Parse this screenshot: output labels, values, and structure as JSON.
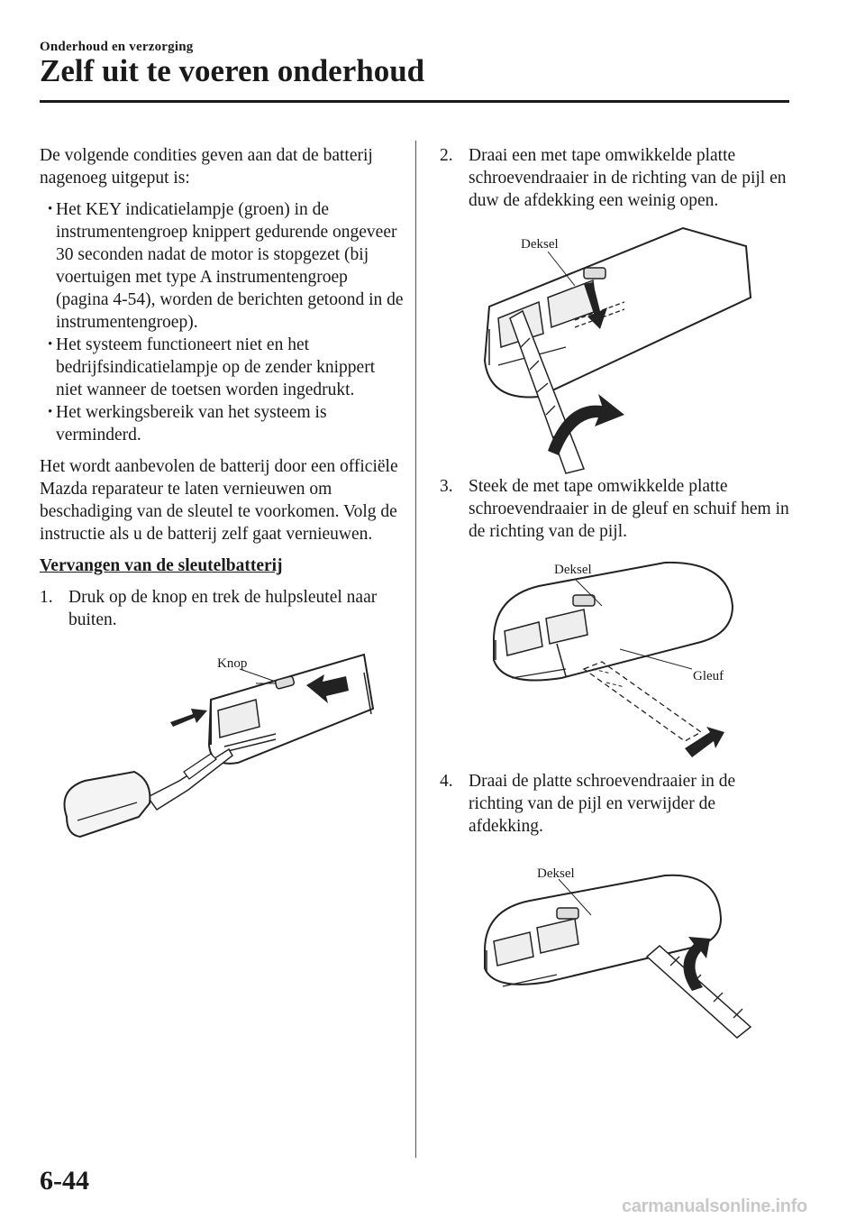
{
  "header": {
    "section_label": "Onderhoud en verzorging",
    "title": "Zelf uit te voeren onderhoud"
  },
  "left": {
    "intro": "De volgende condities geven aan dat de batterij nagenoeg uitgeput is:",
    "bullets": [
      "Het KEY indicatielampje (groen) in de instrumentengroep knippert gedurende ongeveer 30 seconden nadat de motor is stopgezet (bij voertuigen met type A instrumentengroep (pagina 4-54), worden de berichten getoond in de instrumentengroep).",
      "Het systeem functioneert niet en het bedrijfsindicatielampje op de zender knippert niet wanneer de toetsen worden ingedrukt.",
      "Het werkingsbereik van het systeem is verminderd."
    ],
    "recommendation": "Het wordt aanbevolen de batterij door een officiële Mazda reparateur te laten vernieuwen om beschadiging van de sleutel te voorkomen. Volg de instructie als u de batterij zelf gaat vernieuwen.",
    "subheading": "Vervangen van de sleutelbatterij",
    "step1": {
      "number": "1.",
      "text": "Druk op de knop en trek de hulpsleutel naar buiten."
    },
    "figure1_label": "Knop"
  },
  "right": {
    "step2": {
      "number": "2.",
      "text": "Draai een met tape omwikkelde platte schroevendraaier in de richting van de pijl en duw de afdekking een weinig open."
    },
    "figure2_label": "Deksel",
    "step3": {
      "number": "3.",
      "text": "Steek de met tape omwikkelde platte schroevendraaier in de gleuf en schuif hem in de richting van de pijl."
    },
    "figure3_labels": {
      "cover": "Deksel",
      "slot": "Gleuf"
    },
    "step4": {
      "number": "4.",
      "text": "Draai de platte schroevendraaier in de richting van de pijl en verwijder de afdekking."
    },
    "figure4_label": "Deksel"
  },
  "footer": {
    "page_number": "6-44",
    "watermark": "carmanualsonline.info"
  },
  "bullet_glyph": "•"
}
